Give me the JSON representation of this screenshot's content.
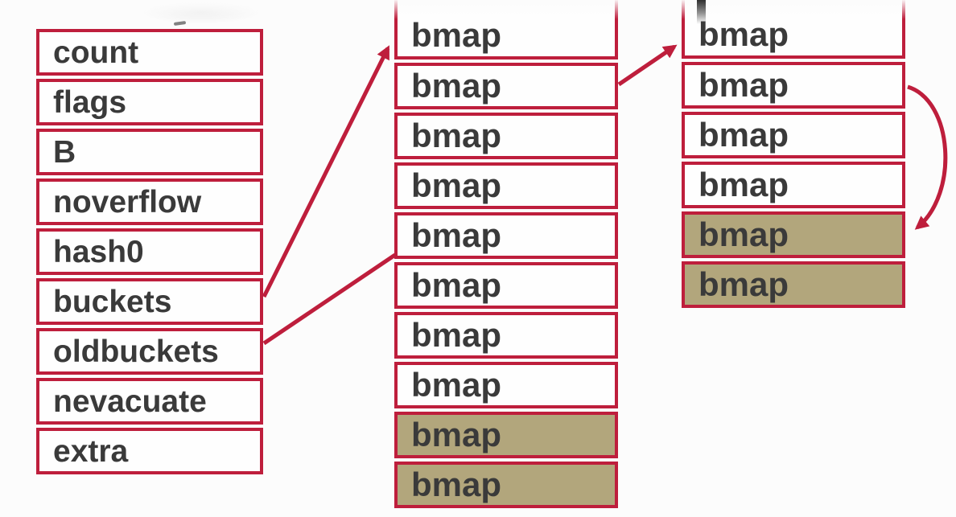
{
  "colors": {
    "accent_red": "#be1e3c",
    "bucket_highlight_tan": "#b2a67c",
    "text_dark": "#3a3a3a",
    "background": "#fcfcfc"
  },
  "hmap": {
    "fields": [
      {
        "label": "count"
      },
      {
        "label": "flags"
      },
      {
        "label": "B"
      },
      {
        "label": "noverflow"
      },
      {
        "label": "hash0"
      },
      {
        "label": "buckets"
      },
      {
        "label": "oldbuckets"
      },
      {
        "label": "nevacuate"
      },
      {
        "label": "extra"
      }
    ]
  },
  "bucket_array": {
    "cells": [
      {
        "label": "bmap",
        "highlighted": false
      },
      {
        "label": "bmap",
        "highlighted": false
      },
      {
        "label": "bmap",
        "highlighted": false
      },
      {
        "label": "bmap",
        "highlighted": false
      },
      {
        "label": "bmap",
        "highlighted": false
      },
      {
        "label": "bmap",
        "highlighted": false
      },
      {
        "label": "bmap",
        "highlighted": false
      },
      {
        "label": "bmap",
        "highlighted": false
      },
      {
        "label": "bmap",
        "highlighted": true
      },
      {
        "label": "bmap",
        "highlighted": true
      }
    ]
  },
  "overflow_array": {
    "cells": [
      {
        "label": "bmap",
        "highlighted": false
      },
      {
        "label": "bmap",
        "highlighted": false
      },
      {
        "label": "bmap",
        "highlighted": false
      },
      {
        "label": "bmap",
        "highlighted": false
      },
      {
        "label": "bmap",
        "highlighted": true
      },
      {
        "label": "bmap",
        "highlighted": true
      }
    ]
  },
  "connections": [
    {
      "from": "hmap.buckets",
      "to": "bucket_array.cell_0"
    },
    {
      "from": "hmap.oldbuckets",
      "to": "bucket_array.cell_5"
    },
    {
      "from": "bucket_array.cell_1",
      "to": "overflow_array.cell_0"
    },
    {
      "from": "overflow_array.cell_1",
      "to": "overflow_array.cell_4"
    }
  ]
}
